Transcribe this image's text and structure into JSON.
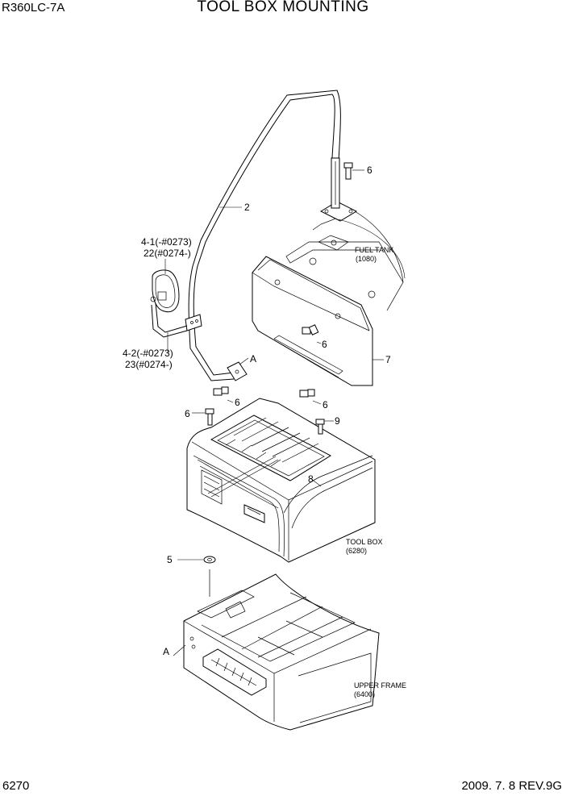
{
  "header": {
    "model": "R360LC-7A",
    "title": "TOOL BOX MOUNTING"
  },
  "footer": {
    "page": "6270",
    "date_rev": "2009. 7. 8  REV.9G"
  },
  "callouts": {
    "c2": "2",
    "c6a": "6",
    "c6b": "6",
    "c6c": "6",
    "c6d": "6",
    "c6e": "6",
    "c7": "7",
    "c8": "8",
    "c9": "9",
    "c5": "5",
    "cA1": "A",
    "cA2": "A",
    "p41": "4-1(-#0273)",
    "p22": "22(#0274-)",
    "p42": "4-2(-#0273)",
    "p23": "23(#0274-)"
  },
  "refs": {
    "fuel_tank": "FUEL TANK",
    "fuel_tank_no": "(1080)",
    "tool_box": "TOOL BOX",
    "tool_box_no": "(6280)",
    "upper_frame": "UPPER FRAME",
    "upper_frame_no": "(6400)"
  }
}
